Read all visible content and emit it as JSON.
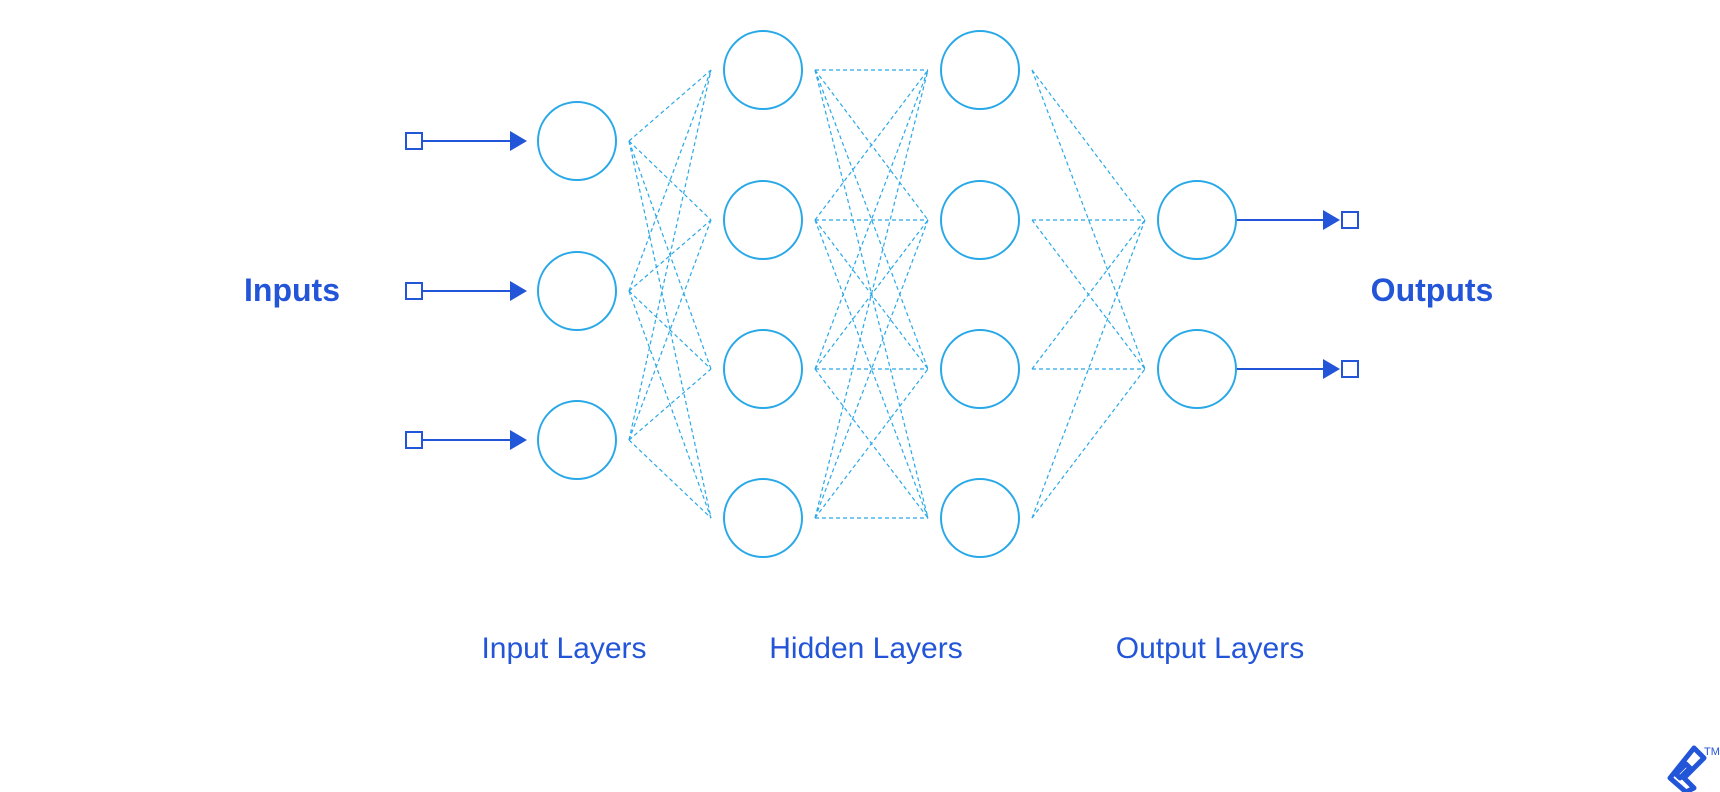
{
  "labels": {
    "inputs": "Inputs",
    "outputs": "Outputs",
    "input_layers": "Input Layers",
    "hidden_layers": "Hidden Layers",
    "output_layers": "Output Layers",
    "trademark": "TM"
  },
  "network": {
    "layers": [
      {
        "name": "input",
        "nodes": 3
      },
      {
        "name": "hidden-1",
        "nodes": 4
      },
      {
        "name": "hidden-2",
        "nodes": 4
      },
      {
        "name": "output",
        "nodes": 2
      }
    ],
    "input_signals": 3,
    "output_signals": 2
  },
  "colors": {
    "label": "#2255d8",
    "node_stroke": "#29a8e8",
    "edge": "#29a8e8",
    "arrow": "#2255d8",
    "logo": "#2255d8"
  },
  "icons": {
    "logo": "toptal-logo-icon"
  }
}
